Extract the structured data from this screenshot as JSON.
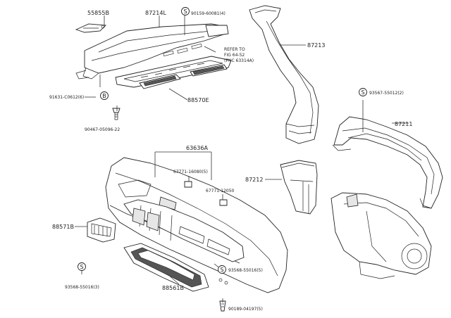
{
  "labels": {
    "p55855B": "55855B",
    "p87214L": "87214L",
    "p90159": "90159-60081(4)",
    "p87213": "87213",
    "refer": [
      "REFER TO",
      "FIG 64-52",
      "(PNC 63314A)"
    ],
    "p91631": "91631-C0612(6)",
    "p88570E": "88570E",
    "p90467": "90467-05096-22",
    "p93567": "93567-55012(2)",
    "p87211": "87211",
    "p63636A": "63636A",
    "p67771a": "67771-16080(5)",
    "p67771b": "67771-12050",
    "p87212": "87212",
    "p88571B": "88571B",
    "p93568_right": "93568-55016(5)",
    "p93568_left": "93568-55016(3)",
    "p88561B": "88561B",
    "p90189": "90189-04197(5)"
  },
  "symbols": {
    "s": "S",
    "b": "B"
  }
}
